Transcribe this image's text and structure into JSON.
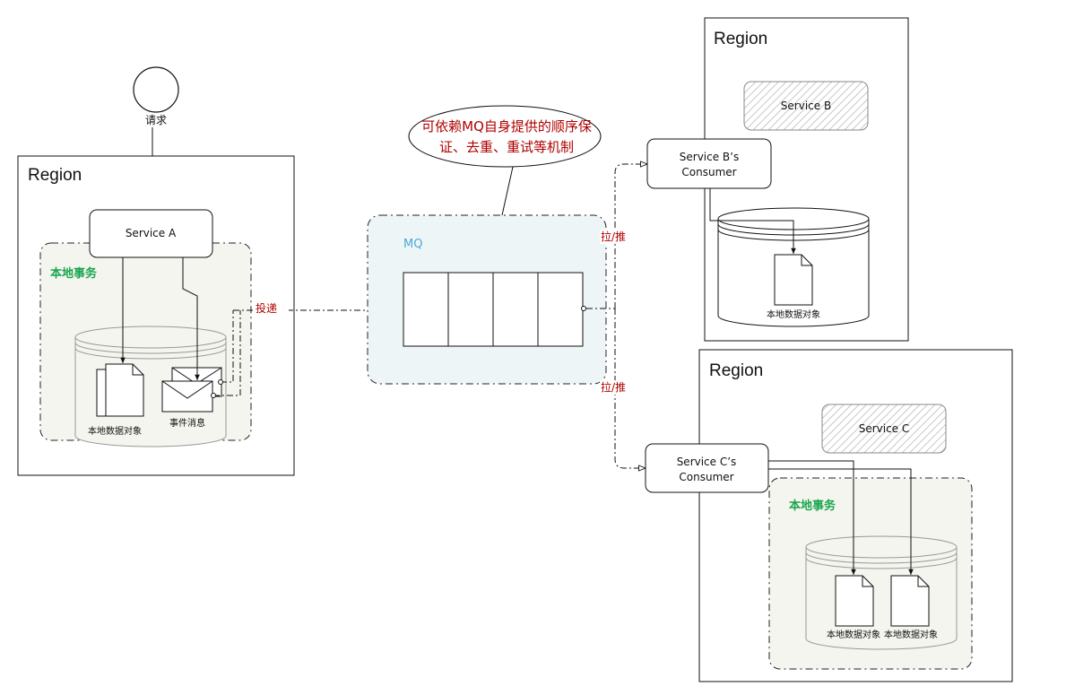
{
  "request": {
    "label": "请求"
  },
  "region_a": {
    "title": "Region",
    "service": "Service A",
    "local_tx": "本地事务",
    "data_object": "本地数据对象",
    "event_message": "事件消息"
  },
  "delivery": {
    "label": "投递"
  },
  "mq": {
    "label": "MQ"
  },
  "callout": {
    "line1": "可依赖MQ自身提供的顺序保",
    "line2": "证、去重、重试等机制"
  },
  "pull_push": {
    "top": "拉/推",
    "bottom": "拉/推"
  },
  "region_b": {
    "title": "Region",
    "service": "Service B",
    "consumer_line1": "Service B’s",
    "consumer_line2": "Consumer",
    "data_object": "本地数据对象"
  },
  "region_c": {
    "title": "Region",
    "service": "Service C",
    "consumer_line1": "Service C’s",
    "consumer_line2": "Consumer",
    "local_tx": "本地事务",
    "data_object_1": "本地数据对象",
    "data_object_2": "本地数据对象"
  },
  "colors": {
    "local_tx_fill": "#f4f5ee",
    "mq_fill": "#eef5f7",
    "local_tx_text": "#1aa64f",
    "mq_text": "#4aa8d8",
    "accent_red": "#b00000"
  }
}
